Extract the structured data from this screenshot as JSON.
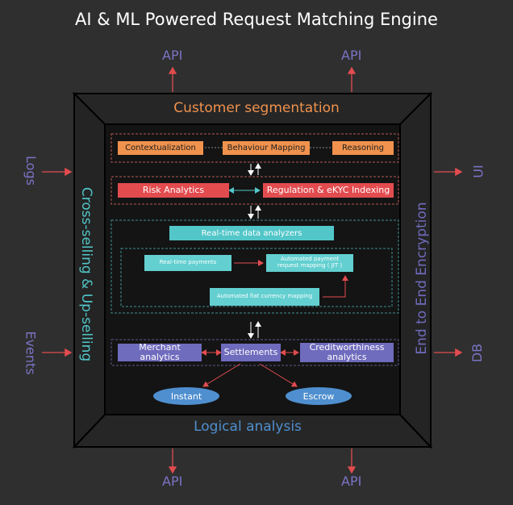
{
  "title": "AI & ML Powered Request Matching Engine",
  "top_api_left": "API",
  "top_api_right": "API",
  "bottom_api_left": "API",
  "bottom_api_right": "API",
  "left_logs": "Logs",
  "left_events": "Events",
  "right_ui": "UI",
  "right_db": "DB",
  "frame_top": "Customer segmentation",
  "frame_bottom": "Logical analysis",
  "frame_left": "Cross-selling & Up-selling",
  "frame_right": "End to End Encryption",
  "row1": [
    "Contextualization",
    "Behaviour Mapping",
    "Reasoning"
  ],
  "row2": [
    "Risk Analytics",
    "Regulation & eKYC Indexing"
  ],
  "analyzers": {
    "header": "Real-time data analyzers",
    "payments": "Real-time payments",
    "auto_payment": "Automated payment request mapping ( JIT )",
    "fiat": "Automated fiat currency mapping"
  },
  "row4": [
    "Merchant analytics",
    "Settlements",
    "Creditworthiness analytics"
  ],
  "ovals": [
    "Instant",
    "Escrow"
  ],
  "colors": {
    "background": "#2f2f2f",
    "orange": "#f0924d",
    "red": "#e24c4f",
    "teal": "#52c6c8",
    "purple": "#6f6bbd",
    "blue": "#4f8fcf",
    "arrow": "#e24c4f"
  }
}
